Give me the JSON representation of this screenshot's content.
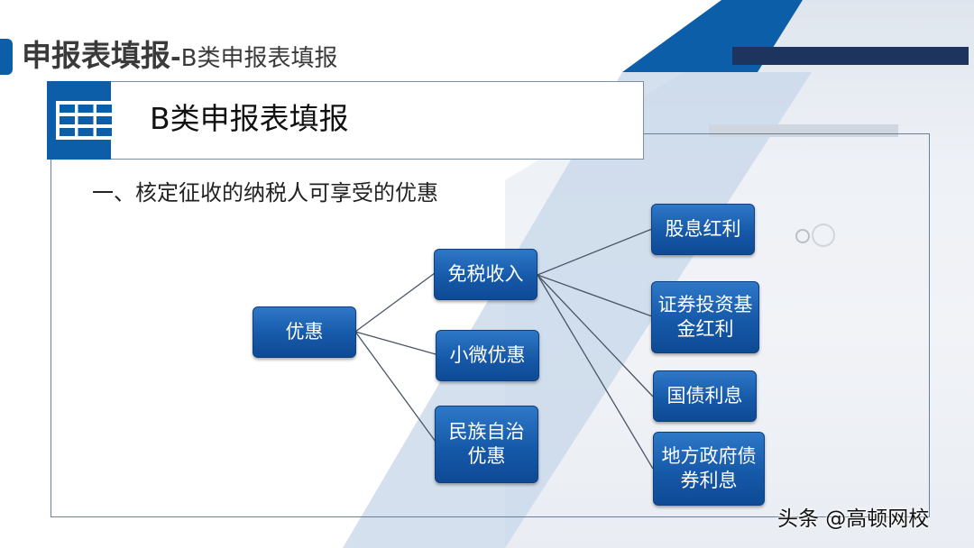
{
  "slide": {
    "title_main": "申报表填报",
    "title_separator": "-",
    "title_sub": "B类申报表填报",
    "header_card": {
      "icon": "table-grid-icon",
      "label": "B类申报表填报"
    },
    "section_heading": "一、核定征收的纳税人可享受的优惠"
  },
  "diagram": {
    "root": {
      "id": "root",
      "label": "优惠"
    },
    "level1": [
      {
        "id": "tax-exempt-income",
        "label": "免税收入"
      },
      {
        "id": "small-micro",
        "label": "小微优惠"
      },
      {
        "id": "ethnic-autonomy",
        "label": "民族自治\n优惠"
      }
    ],
    "level2": [
      {
        "id": "dividends",
        "parent": "tax-exempt-income",
        "label": "股息红利"
      },
      {
        "id": "fund-dividends",
        "parent": "tax-exempt-income",
        "label": "证券投资基\n金红利"
      },
      {
        "id": "treasury-interest",
        "parent": "tax-exempt-income",
        "label": "国债利息"
      },
      {
        "id": "local-bond-interest",
        "parent": "tax-exempt-income",
        "label": "地方政府债\n券利息"
      }
    ]
  },
  "watermark": "头条 @高顿网校",
  "colors": {
    "brand_blue": "#0b5ea7",
    "node_blue": "#1659a9",
    "frame_border": "#6a8099",
    "lamp_navy": "#1d355e"
  }
}
